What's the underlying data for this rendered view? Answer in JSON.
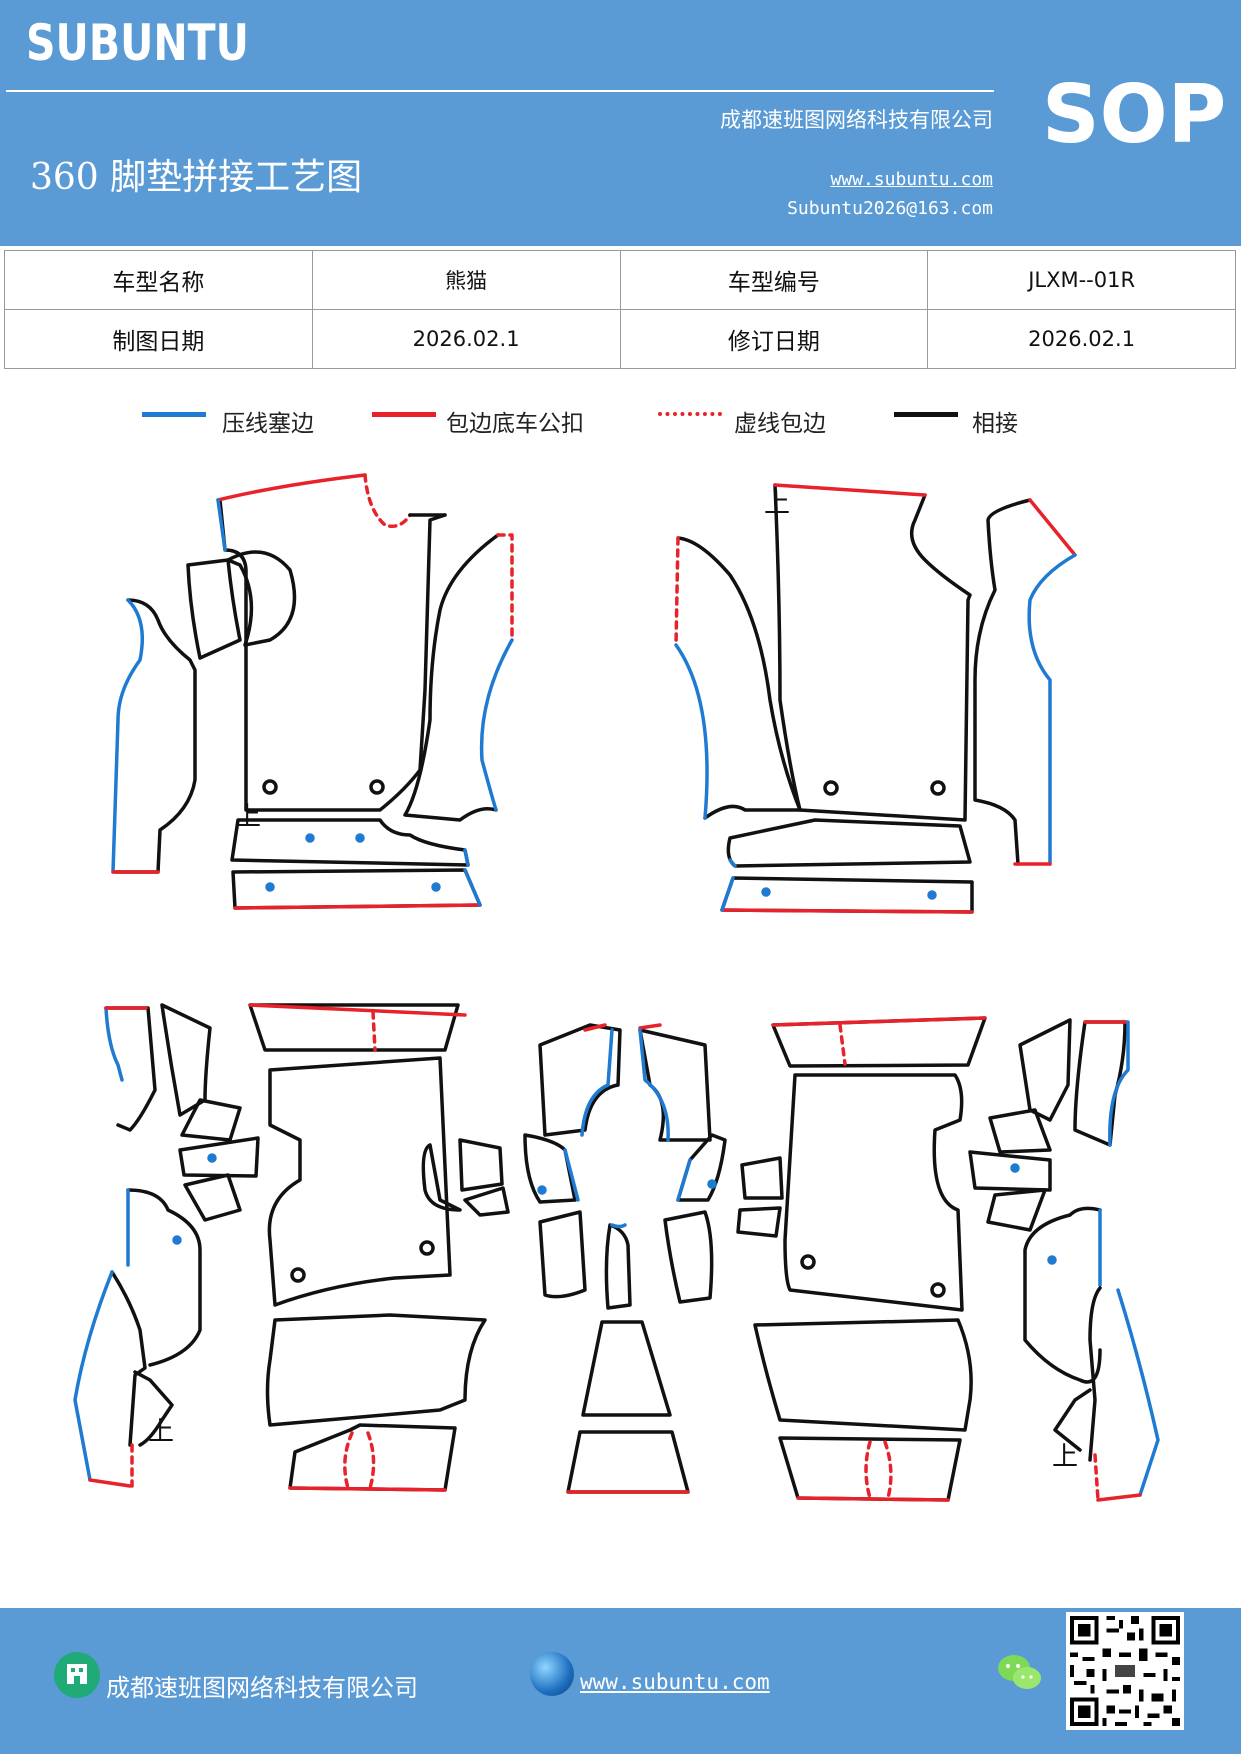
{
  "header": {
    "brand": "SUBUNTU",
    "company": "成都速班图网络科技有限公司",
    "title": "360 脚垫拼接工艺图",
    "website": "www.subuntu.com",
    "email": "Subuntu2026@163.com",
    "badge": "SOP"
  },
  "info_table": {
    "row1": {
      "label1": "车型名称",
      "value1": "熊猫",
      "label2": "车型编号",
      "value2": "JLXM--01R"
    },
    "row2": {
      "label1": "制图日期",
      "value1": "2026.02.1",
      "label2": "修订日期",
      "value2": "2026.02.1"
    }
  },
  "legend": [
    {
      "label": "压线塞边",
      "color": "#1f7ad1",
      "style": "solid"
    },
    {
      "label": "包边底车公扣",
      "color": "#e8222a",
      "style": "solid"
    },
    {
      "label": "虚线包边",
      "color": "#e8222a",
      "style": "dashed"
    },
    {
      "label": "相接",
      "color": "#111111",
      "style": "solid"
    }
  ],
  "diagram": {
    "marker_label": "上"
  },
  "colors": {
    "header_bg": "#5b9bd5",
    "blue_line": "#1f7ad1",
    "red_line": "#e8222a",
    "black_line": "#111111"
  },
  "footer": {
    "company": "成都速班图网络科技有限公司",
    "website": "www.subuntu.com",
    "icons": [
      "building-icon",
      "globe-icon",
      "wechat-icon",
      "qr-code"
    ]
  }
}
